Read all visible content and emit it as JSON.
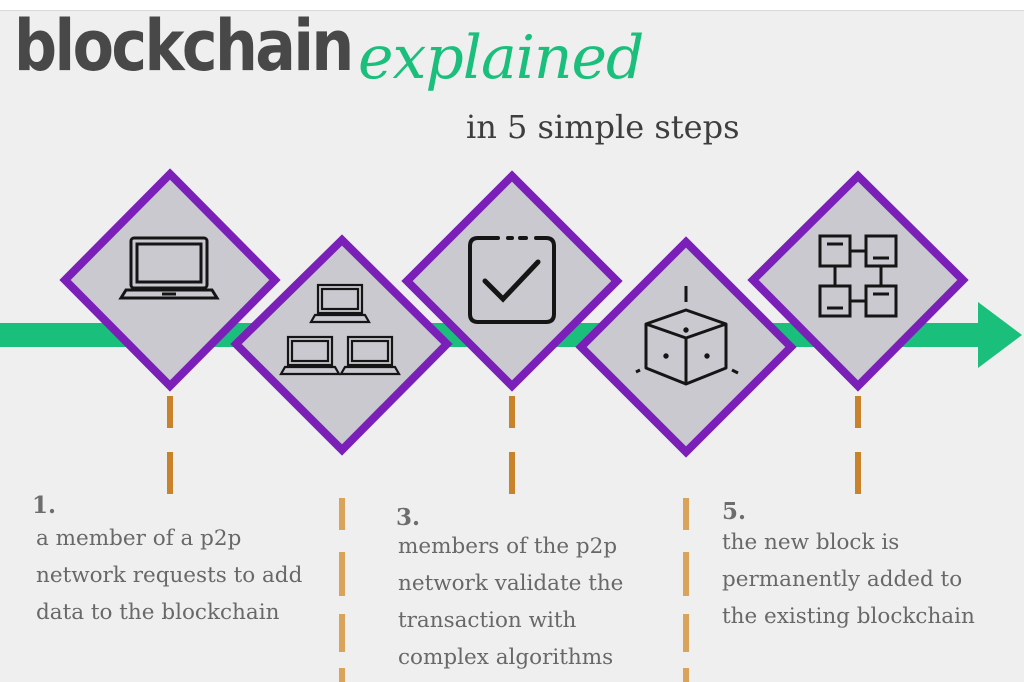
{
  "title": {
    "main": "blockchain",
    "accent": "explained",
    "subtitle": "in 5 simple steps"
  },
  "colors": {
    "background": "#efefef",
    "arrow": "#1bbf7c",
    "diamond_border": "#7a1fb8",
    "diamond_fill": "#c9c9cf",
    "connector": "#c8822a",
    "text": "#686868"
  },
  "steps": [
    {
      "number": "1.",
      "text": "a member of a p2p\nnetwork requests to add\ndata to the blockchain",
      "icon": "laptop-icon"
    },
    {
      "number": "",
      "text": "",
      "icon": "network-laptops-icon"
    },
    {
      "number": "3.",
      "text": "members of the p2p\nnetwork validate the\ntransaction with\ncomplex algorithms",
      "icon": "checkbox-icon"
    },
    {
      "number": "",
      "text": "",
      "icon": "cube-block-icon"
    },
    {
      "number": "5.",
      "text": "the new block is\npermanently added to\nthe existing blockchain",
      "icon": "blockchain-icon"
    }
  ]
}
